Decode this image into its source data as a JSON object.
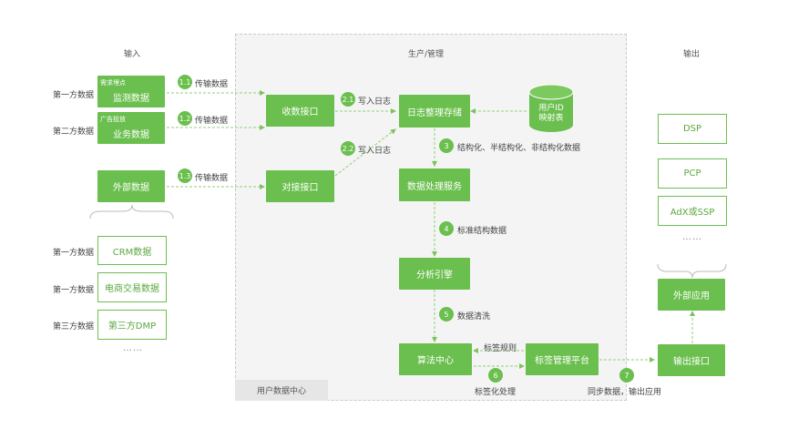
{
  "columns": {
    "input": "输入",
    "production": "生产/管理",
    "output": "输出"
  },
  "region_label": "用户数据中心",
  "inputs": {
    "row1": {
      "side_label": "第一方数据",
      "tag": "需求埋点",
      "name": "监测数据"
    },
    "row2": {
      "side_label": "第二方数据",
      "tag": "广告投放",
      "name": "业务数据"
    },
    "row3": {
      "name": "外部数据"
    }
  },
  "external_sources": [
    {
      "side_label": "第一方数据",
      "name": "CRM数据"
    },
    {
      "side_label": "第一方数据",
      "name": "电商交易数据"
    },
    {
      "side_label": "第三方数据",
      "name": "第三方DMP"
    }
  ],
  "input_ellipsis": "……",
  "steps": {
    "s11": {
      "num": "1.1",
      "text": "传输数据"
    },
    "s12": {
      "num": "1.2",
      "text": "传输数据"
    },
    "s13": {
      "num": "1.3",
      "text": "传输数据"
    },
    "s21": {
      "num": "2.1",
      "text": "写入日志"
    },
    "s22": {
      "num": "2.2",
      "text": "写入日志"
    },
    "s3": {
      "num": "3",
      "text": "结构化、半结构化、非结构化数据"
    },
    "s4": {
      "num": "4",
      "text": "标准结构数据"
    },
    "s5": {
      "num": "5",
      "text": "数据清洗"
    },
    "s6": {
      "num": "6",
      "text": "标签化处理"
    },
    "s7": {
      "num": "7",
      "text": "同步数据，输出应用"
    }
  },
  "nodes": {
    "receive": "收数接口",
    "dock": "对接接口",
    "log_store": "日志整理存储",
    "user_id_db": "用户ID\n映射表",
    "processing": "数据处理服务",
    "analysis": "分析引擎",
    "algorithm": "算法中心",
    "tag_platform": "标签管理平台",
    "tag_rules": "标签规则"
  },
  "outputs": {
    "targets": [
      "DSP",
      "PCP",
      "AdX或SSP"
    ],
    "ellipsis": "……",
    "external_app": "外部应用",
    "output_api": "输出接口"
  },
  "colors": {
    "accent": "#6bbf4e",
    "region_bg": "#f4f4f4"
  }
}
